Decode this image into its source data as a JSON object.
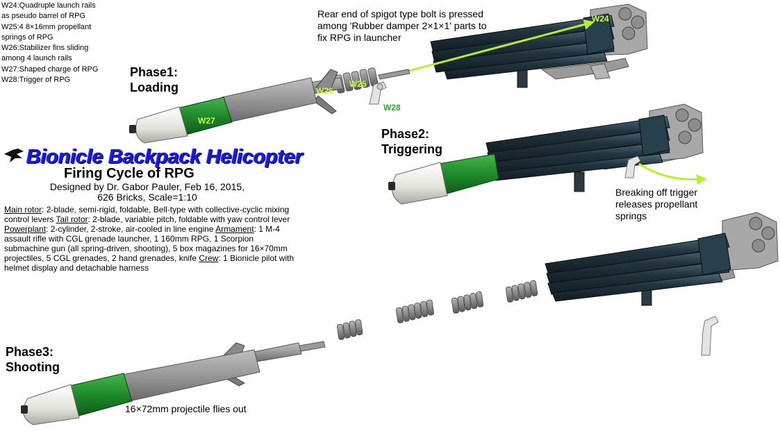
{
  "legend": [
    "W24:Quadruple launch rails",
    "as pseudo barrel of RPG",
    "W25:4 8×16mm propellant",
    "springs of RPG",
    "W26:Stabilizer fins sliding",
    "among 4 launch rails",
    "W27:Shaped charge of RPG",
    "W28:Trigger of RPG"
  ],
  "phase1": {
    "line1": "Phase1:",
    "line2": "Loading"
  },
  "phase2": {
    "line1": "Phase2:",
    "line2": "Triggering"
  },
  "phase3": {
    "line1": "Phase3:",
    "line2": "Shooting"
  },
  "notes": {
    "rear": [
      "Rear end of spigot type bolt is pressed",
      "among 'Rubber damper 2×1×1' parts to",
      "fix RPG in launcher"
    ],
    "trigger": [
      "Breaking off trigger",
      "releases propellant",
      "springs"
    ],
    "projectile": "16×72mm projectile flies out"
  },
  "labels": {
    "w24": "W24",
    "w25": "W25",
    "w26": "W26",
    "w27": "W27",
    "w28": "W28"
  },
  "title": "Bionicle Backpack Helicopter",
  "subtitle": "Firing Cycle of RPG",
  "credit": [
    "Designed by Dr. Gabor Pauler, Feb 16, 2015,",
    "626 Bricks, Scale=1:10"
  ],
  "specs": {
    "main_rotor_label": "Main rotor",
    "main_rotor_text": ": 2-blade, semi-rigid, foldable, Bell-type with collective-cyclic mixing control levers ",
    "tail_rotor_label": "Tail rotor",
    "tail_rotor_text": ": 2-blade, variable pitch, foldable with yaw control lever ",
    "powerplant_label": "Powerplant",
    "powerplant_text": ": 2-cylinder, 2-stroke, air-cooled in line engine ",
    "armament_label": "Armament",
    "armament_text": ": 1 M-4 assault rifle with CGL grenade launcher, 1 160mm RPG, 1 Scorpion submachine gun (all spring-driven, shooting), 5 box magazines for 16×70mm projectiles, 5 CGL grenades, 2 hand grenades, knife ",
    "crew_label": "Crew",
    "crew_text": ": 1 Bionicle pilot with helmet display and detachable harness"
  },
  "colors": {
    "rail_dark": "#20323c",
    "rail_mid": "#3b5664",
    "grey_part": "#9a9a9a",
    "warhead_green": "#1f8a2a",
    "nose_white": "#e9e9e3",
    "arrow_lime": "#b8f12a",
    "title_blue": "#1a1ad6"
  }
}
